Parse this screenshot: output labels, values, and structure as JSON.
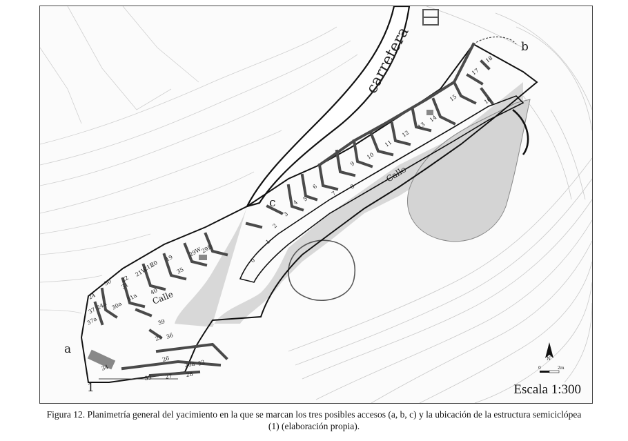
{
  "map": {
    "road_label": "carretera",
    "street_labels": [
      "Calle",
      "Calle"
    ],
    "access_labels": [
      "a",
      "b",
      "c"
    ],
    "structure_label": "1",
    "room_labels": [
      "0",
      "1",
      "2",
      "3",
      "4",
      "5",
      "6",
      "7",
      "8",
      "9",
      "10",
      "11",
      "12",
      "13",
      "14",
      "15",
      "16",
      "17",
      "18",
      "19",
      "20",
      "21E",
      "21W",
      "22",
      "24",
      "24a",
      "25",
      "26",
      "27",
      "28",
      "28a",
      "29E",
      "29W",
      "30",
      "30a",
      "31",
      "31a",
      "32",
      "33",
      "34",
      "35",
      "36",
      "37",
      "37a",
      "39",
      "40"
    ],
    "north_label": "N",
    "scale_bar_labels": [
      "0",
      "2m"
    ],
    "scale_text": "Escala 1:300",
    "colors": {
      "wall": "#4a4a4a",
      "outline": "#111111",
      "fill": "#d4d4d4",
      "contour": "#c8c8c8"
    }
  },
  "caption": {
    "line1": "Figura 12. Planimetría general del yacimiento en la que se marcan los tres posibles accesos (a, b, c) y la ubicación de la estructura semiciclópea",
    "line2": "(1) (elaboración propia)."
  }
}
